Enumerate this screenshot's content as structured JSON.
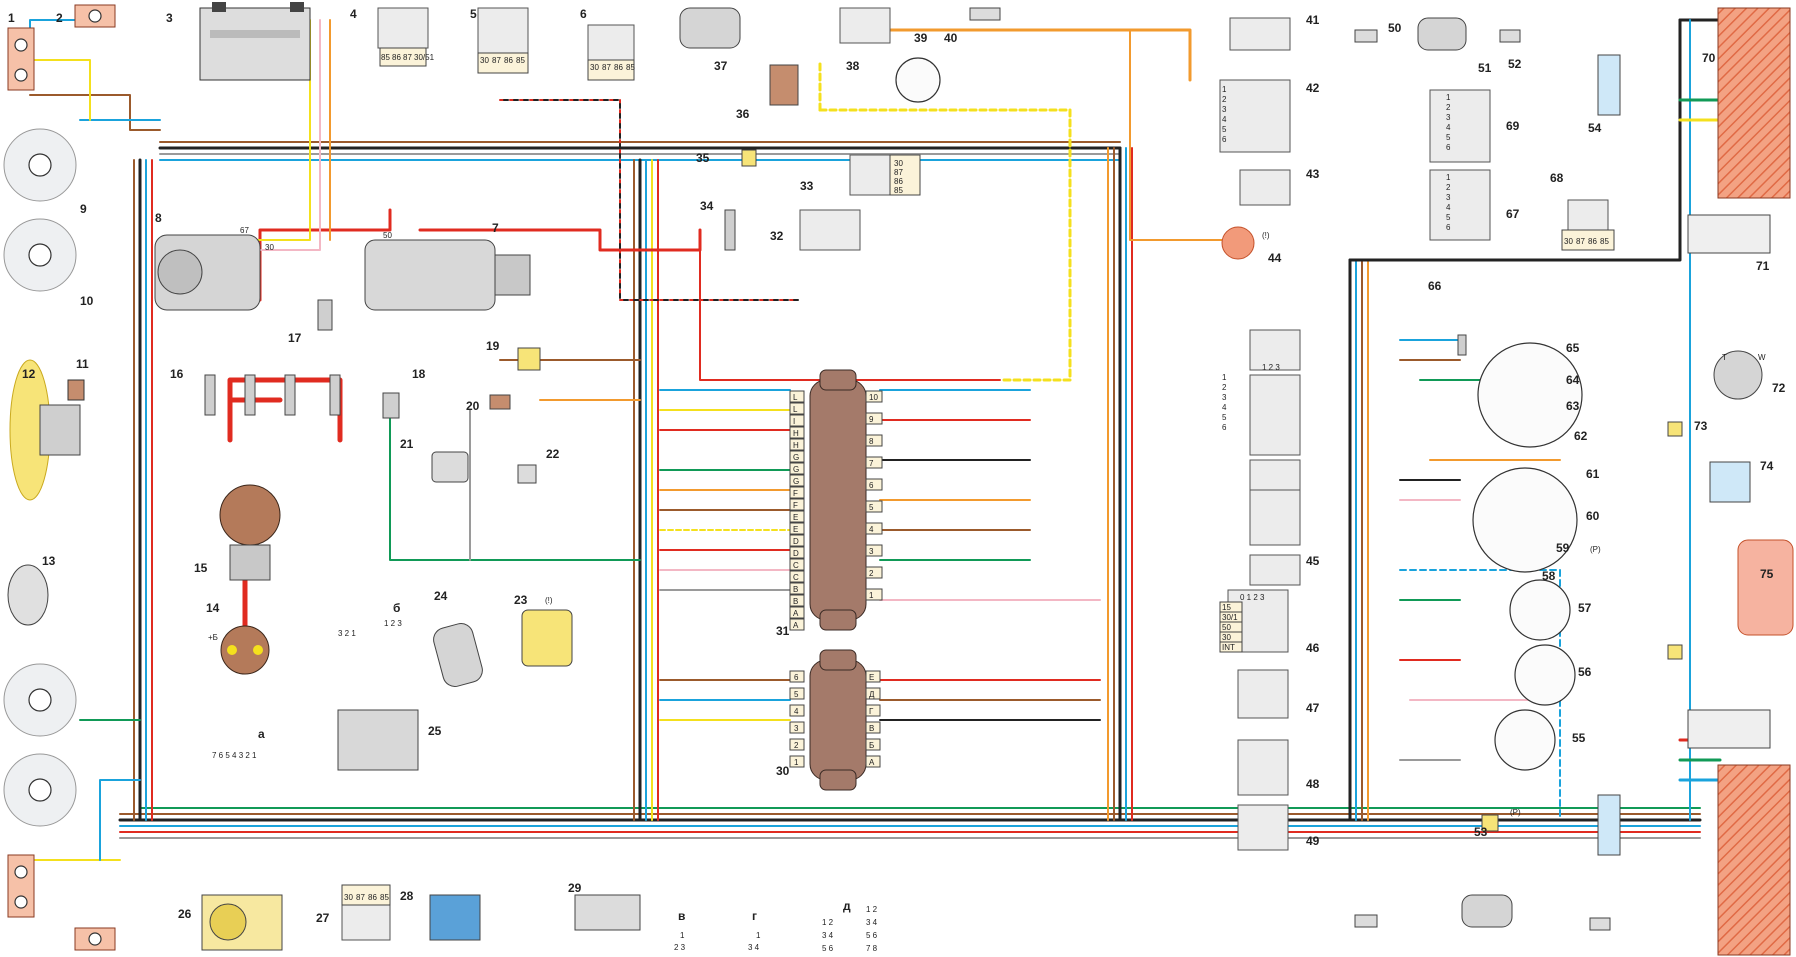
{
  "diagram": {
    "component_numbers": [
      "1",
      "2",
      "3",
      "4",
      "5",
      "6",
      "7",
      "8",
      "9",
      "10",
      "11",
      "12",
      "13",
      "14",
      "15",
      "16",
      "17",
      "18",
      "19",
      "20",
      "21",
      "22",
      "23",
      "24",
      "25",
      "26",
      "27",
      "28",
      "29",
      "30",
      "31",
      "32",
      "33",
      "34",
      "35",
      "36",
      "37",
      "38",
      "39",
      "40",
      "41",
      "42",
      "43",
      "44",
      "45",
      "46",
      "47",
      "48",
      "49",
      "50",
      "51",
      "52",
      "53",
      "54",
      "55",
      "56",
      "57",
      "58",
      "59",
      "60",
      "61",
      "62",
      "63",
      "64",
      "65",
      "66",
      "67",
      "68",
      "69",
      "70",
      "71",
      "72",
      "73",
      "74",
      "75"
    ],
    "relay_pins": [
      "30",
      "87",
      "86",
      "85"
    ],
    "relay_pins_alt": [
      "85",
      "86",
      "87",
      "30/51"
    ],
    "block31_left_letters": [
      "L",
      "L",
      "I",
      "H",
      "H",
      "G",
      "G",
      "G",
      "F",
      "F",
      "E",
      "E",
      "D",
      "D",
      "C",
      "C",
      "B",
      "B",
      "A",
      "A"
    ],
    "block31_right_numbers": [
      "10",
      "9",
      "8",
      "7",
      "6",
      "5",
      "4",
      "3",
      "2",
      "1"
    ],
    "block30_left_numbers": [
      "6",
      "5",
      "4",
      "3",
      "2",
      "1"
    ],
    "block30_right_letters": [
      "Е",
      "Д",
      "Г",
      "В",
      "Б",
      "А"
    ],
    "ignition_switch_pins": [
      "15",
      "30/1",
      "50",
      "30",
      "INT"
    ],
    "ignition_positions": "0 1 2 3",
    "switch_positions": "1 2 3",
    "connector_a": "7 6 5 4 3 2 1",
    "connector_b": "1 2 3",
    "connector_b_small": "3 2 1",
    "legend_labels": {
      "a": "а",
      "b": "б",
      "v": "в",
      "g": "г",
      "d": "д"
    },
    "legend_v_rows": [
      "1",
      "2 3"
    ],
    "legend_g_rows": [
      "1",
      "3 4"
    ],
    "legend_d1_rows": [
      "1 2",
      "3 4",
      "5 6"
    ],
    "legend_d2_rows": [
      "1 2",
      "3 4",
      "5 6",
      "7 8"
    ],
    "coil_label": "+Б",
    "gen_terminals": [
      "67",
      "30"
    ],
    "starter_terminal": "50",
    "fuel_sensor_letters": [
      "T",
      "W"
    ],
    "warning_symbol": "(!)",
    "parking_symbol": "(P)",
    "connector_12x_labels": [
      "1",
      "2",
      "3",
      "4",
      "5",
      "6"
    ],
    "colors": {
      "red": "#e02b20",
      "blue": "#1aa3dc",
      "yellow": "#f4e01d",
      "brown": "#9b5a2c",
      "orange": "#f29a2e",
      "green": "#119a57",
      "pink": "#f3b7c4",
      "gray": "#9a9a9a",
      "black": "#222222"
    }
  }
}
